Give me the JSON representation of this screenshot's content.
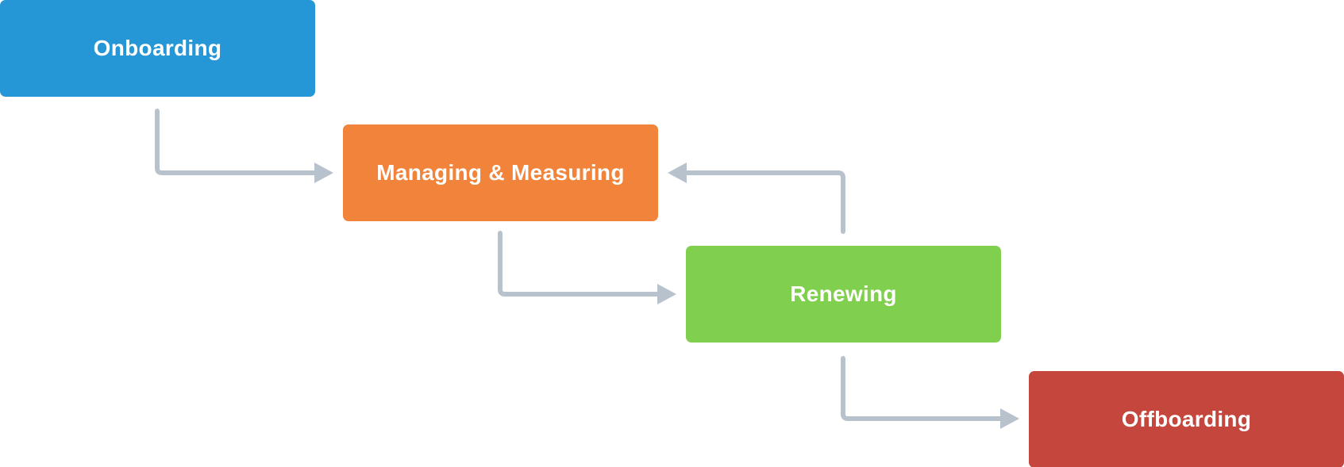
{
  "colors": {
    "connector": "#b8c2cc",
    "onboarding": "#2596d6",
    "managing": "#f2833b",
    "renewing": "#80cf4f",
    "offboarding": "#c4463d"
  },
  "stages": {
    "onboarding": {
      "label": "Onboarding"
    },
    "managing": {
      "label": "Managing & Measuring"
    },
    "renewing": {
      "label": "Renewing"
    },
    "offboarding": {
      "label": "Offboarding"
    }
  },
  "connectors": [
    {
      "from": "onboarding",
      "to": "managing",
      "direction": "forward"
    },
    {
      "from": "managing",
      "to": "renewing",
      "direction": "forward"
    },
    {
      "from": "renewing",
      "to": "managing",
      "direction": "loop-back"
    },
    {
      "from": "renewing",
      "to": "offboarding",
      "direction": "forward"
    }
  ]
}
